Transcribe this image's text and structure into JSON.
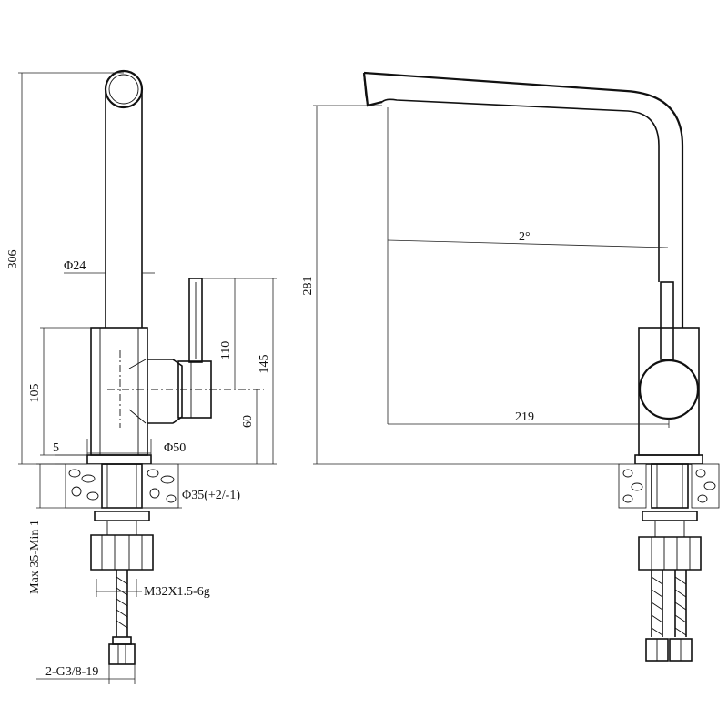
{
  "drawing": {
    "dimensions": {
      "total_height": "306",
      "tube_diameter": "Φ24",
      "body_height": "105",
      "lever_height": "110",
      "lever_total": "145",
      "handle_offset": "60",
      "collar_gap": "5",
      "base_diameter": "Φ50",
      "hole_diameter": "Φ35(+2/-1)",
      "counter_thickness": "Max 35-Min 1",
      "thread": "M32X1.5-6g",
      "hose_connector": "2-G3/8-19",
      "spout_height": "281",
      "spout_angle": "2°",
      "spout_reach": "219"
    }
  }
}
